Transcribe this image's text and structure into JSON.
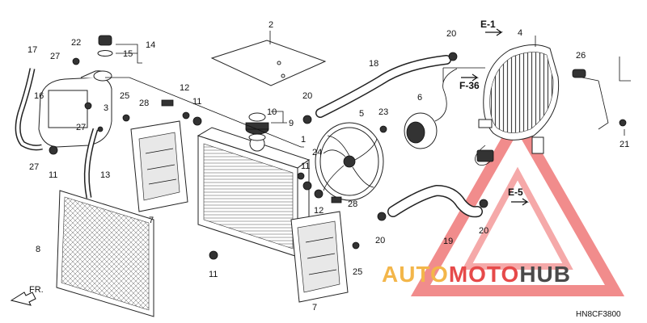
{
  "diagram": {
    "callouts": [
      {
        "id": "c1",
        "text": "1"
      },
      {
        "id": "c2",
        "text": "2"
      },
      {
        "id": "c3",
        "text": "3"
      },
      {
        "id": "c4",
        "text": "4"
      },
      {
        "id": "c5",
        "text": "5"
      },
      {
        "id": "c6",
        "text": "6"
      },
      {
        "id": "c7a",
        "text": "7"
      },
      {
        "id": "c7b",
        "text": "7"
      },
      {
        "id": "c8",
        "text": "8"
      },
      {
        "id": "c9",
        "text": "9"
      },
      {
        "id": "c10",
        "text": "10"
      },
      {
        "id": "c11a",
        "text": "11"
      },
      {
        "id": "c11b",
        "text": "11"
      },
      {
        "id": "c11c",
        "text": "11"
      },
      {
        "id": "c11d",
        "text": "11"
      },
      {
        "id": "c12a",
        "text": "12"
      },
      {
        "id": "c12b",
        "text": "12"
      },
      {
        "id": "c13",
        "text": "13"
      },
      {
        "id": "c14",
        "text": "14"
      },
      {
        "id": "c15",
        "text": "15"
      },
      {
        "id": "c16",
        "text": "16"
      },
      {
        "id": "c17",
        "text": "17"
      },
      {
        "id": "c18",
        "text": "18"
      },
      {
        "id": "c19",
        "text": "19"
      },
      {
        "id": "c20a",
        "text": "20"
      },
      {
        "id": "c20b",
        "text": "20"
      },
      {
        "id": "c20c",
        "text": "20"
      },
      {
        "id": "c20d",
        "text": "20"
      },
      {
        "id": "c21",
        "text": "21"
      },
      {
        "id": "c22",
        "text": "22"
      },
      {
        "id": "c23",
        "text": "23"
      },
      {
        "id": "c24",
        "text": "24"
      },
      {
        "id": "c25a",
        "text": "25"
      },
      {
        "id": "c25b",
        "text": "25"
      },
      {
        "id": "c26",
        "text": "26"
      },
      {
        "id": "c27a",
        "text": "27"
      },
      {
        "id": "c27b",
        "text": "27"
      },
      {
        "id": "c27c",
        "text": "27"
      },
      {
        "id": "c28a",
        "text": "28"
      },
      {
        "id": "c28b",
        "text": "28"
      }
    ],
    "references": {
      "e1": "E-1",
      "f36": "F-36",
      "e5": "E-5"
    },
    "front_marker": "FR.",
    "diagram_code": "HN8CF3800"
  },
  "watermark": {
    "part1": "AUTO",
    "part2": "MOTO",
    "part3": "HUB",
    "colors": {
      "orange": "#f3b64a",
      "red": "#e64a4a",
      "gray": "#4a4a4a"
    }
  }
}
